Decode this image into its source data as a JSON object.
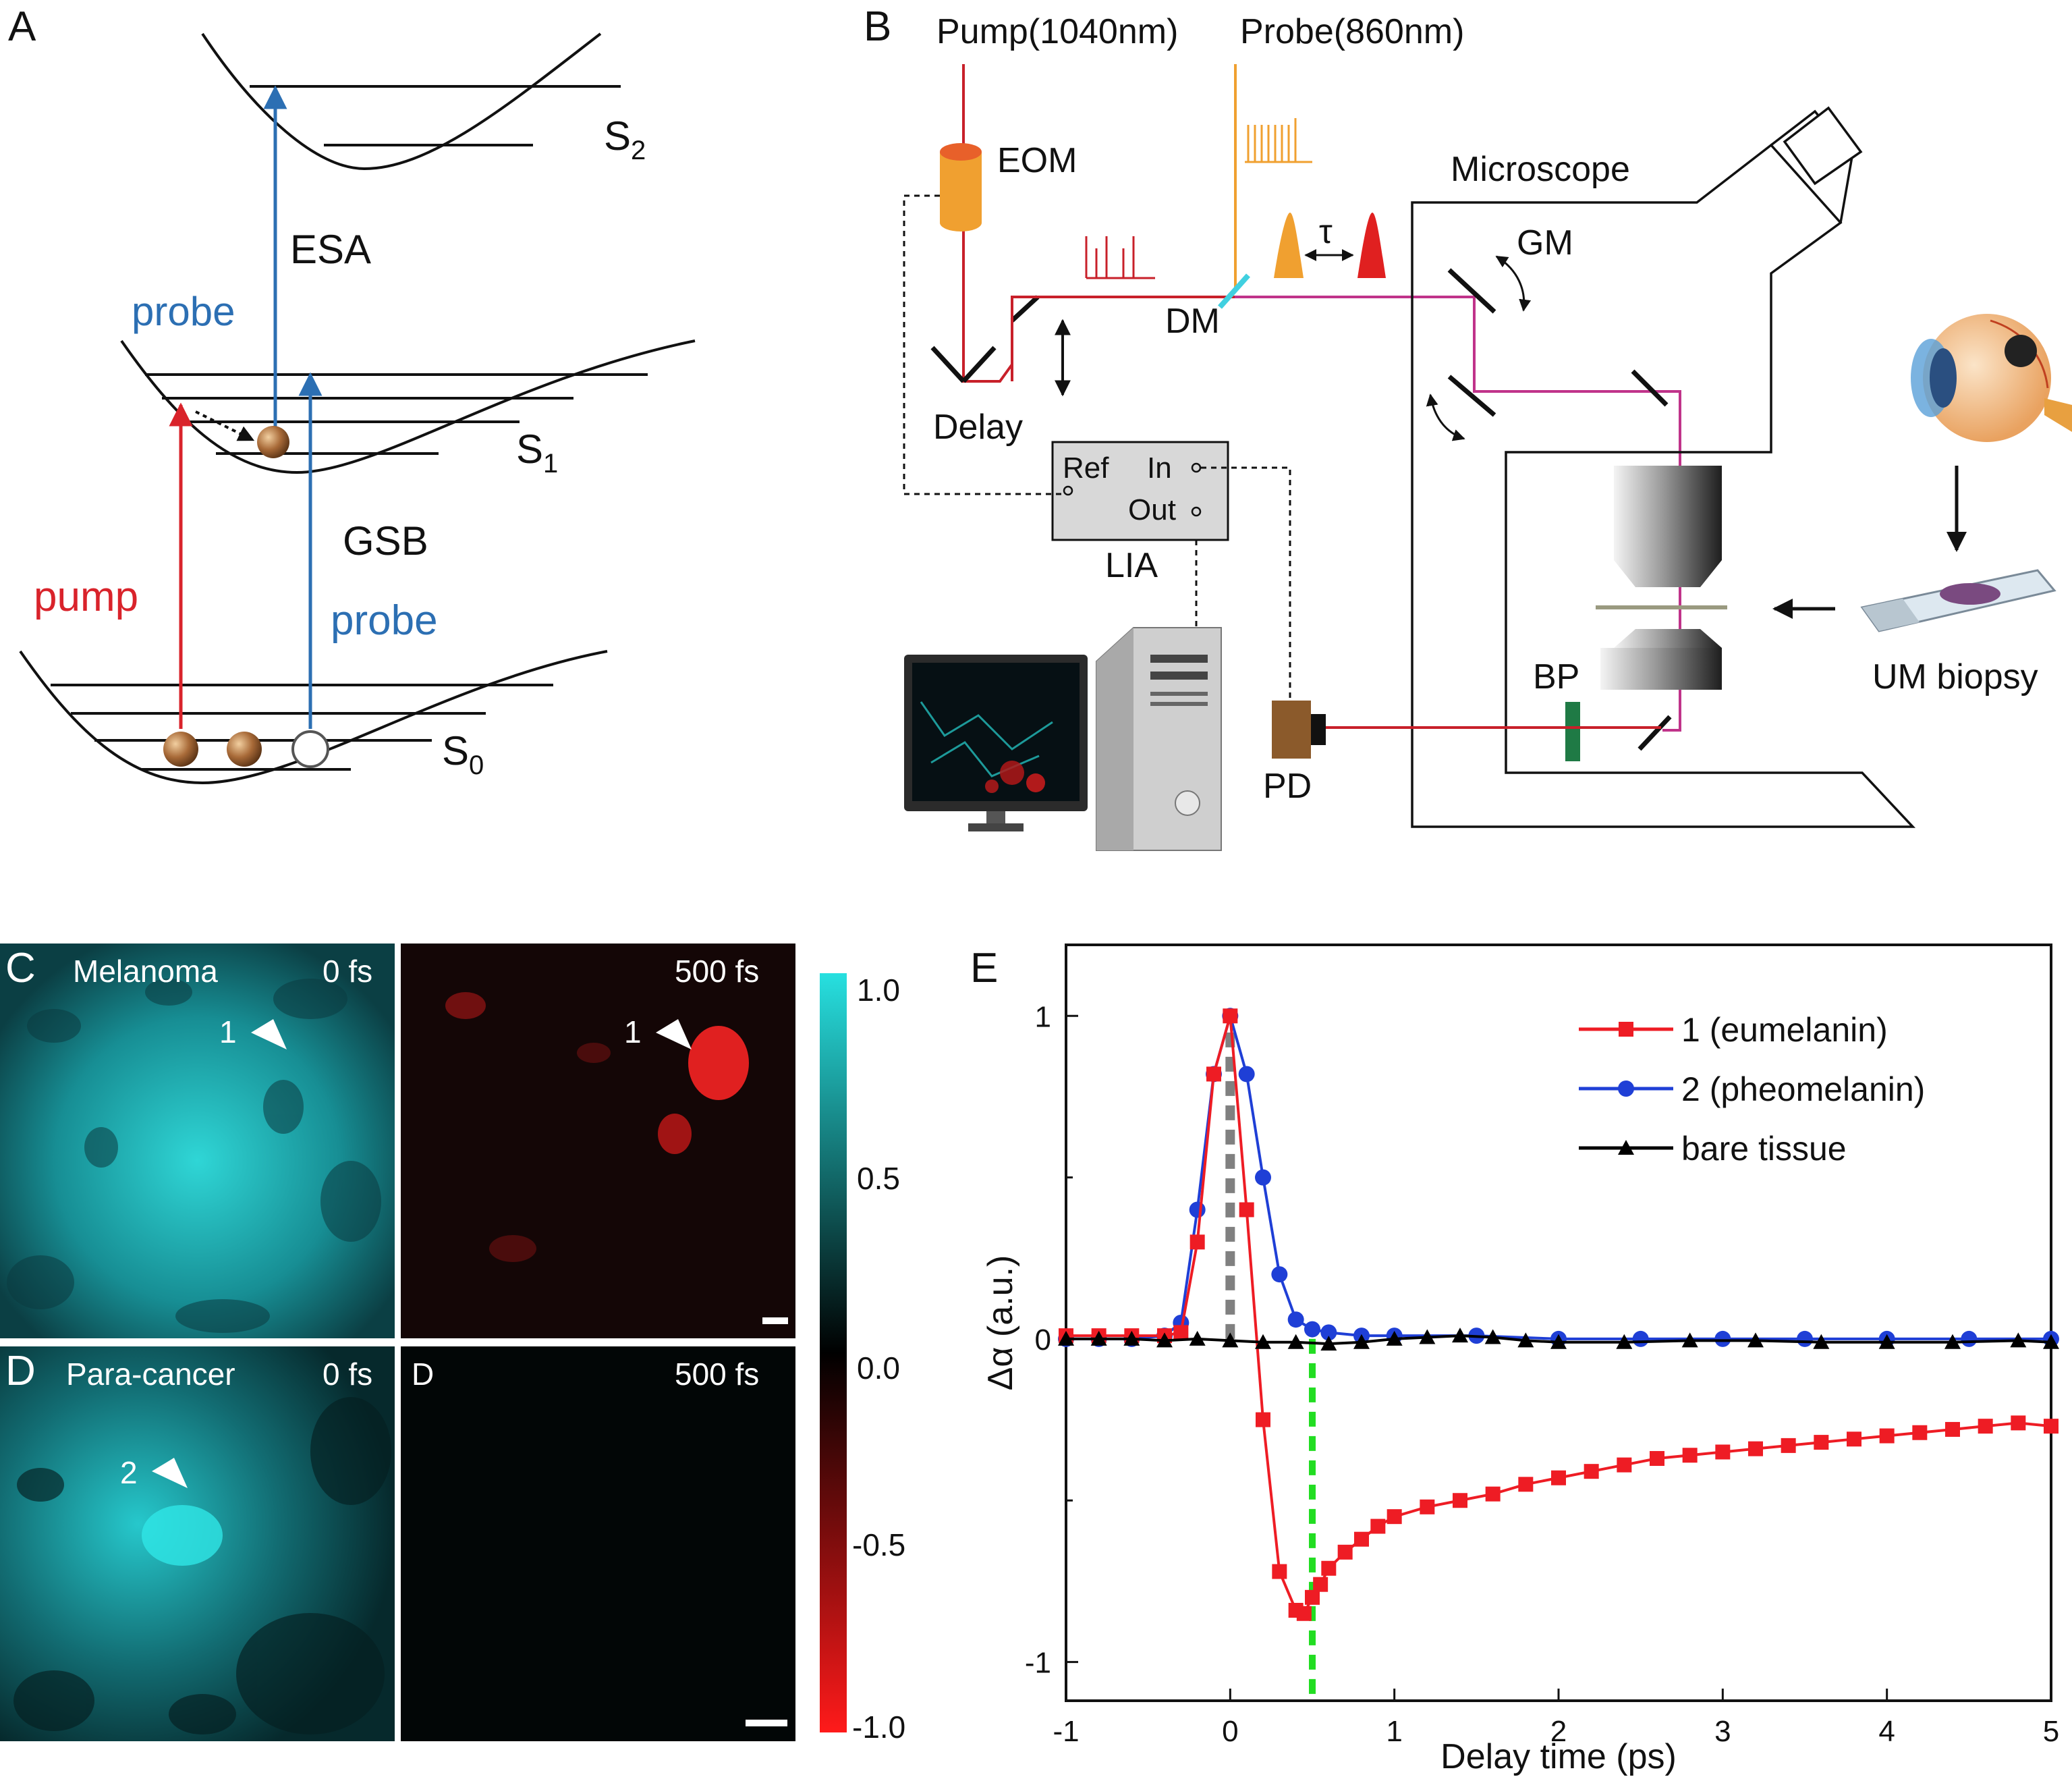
{
  "panels": {
    "a": "A",
    "b": "B",
    "c": "C",
    "d": "D",
    "e": "E"
  },
  "panel_a": {
    "s2": "S",
    "s2_sub": "2",
    "s1": "S",
    "s1_sub": "1",
    "s0": "S",
    "s0_sub": "0",
    "esa": "ESA",
    "gsb": "GSB",
    "probe_upper": "probe",
    "probe_lower": "probe",
    "pump": "pump",
    "colors": {
      "pump": "#d9232b",
      "probe": "#2c6fb3",
      "ball": "#9b6234"
    }
  },
  "panel_b": {
    "pump": "Pump(1040nm)",
    "probe": "Probe(860nm)",
    "eom": "EOM",
    "microscope": "Microscope",
    "tau": "τ",
    "gm": "GM",
    "dm": "DM",
    "delay": "Delay",
    "ref": "Ref",
    "in": "In",
    "out": "Out",
    "lia": "LIA",
    "bp": "BP",
    "pd": "PD",
    "um_biopsy": "UM biopsy",
    "colors": {
      "pump_beam": "#c8202a",
      "probe_beam": "#f0a030",
      "combined_beam": "#c0338a",
      "dm": "#40d0e0",
      "bp": "#1f7a45",
      "pd": "#8b5a2b"
    }
  },
  "panel_c": {
    "sample": "Melanoma",
    "time_left": "0 fs",
    "time_right": "500 fs",
    "marker_left": "1",
    "marker_right": "1"
  },
  "panel_d": {
    "sample": "Para-cancer",
    "time_left": "0 fs",
    "label_right": "D",
    "time_right": "500 fs",
    "marker_left": "2"
  },
  "colorbar": {
    "ticks": [
      "1.0",
      "0.5",
      "0.0",
      "-0.5",
      "-1.0"
    ],
    "colors": {
      "top": "#27e0e0",
      "middle": "#000000",
      "bottom": "#ff1a1a"
    }
  },
  "chart_data": {
    "type": "line",
    "xlabel": "Delay time (ps)",
    "ylabel": "Δα (a.u.)",
    "xlim": [
      -1,
      5
    ],
    "ylim": [
      -1.12,
      1.22
    ],
    "xticks": [
      -1,
      0,
      1,
      2,
      3,
      4,
      5
    ],
    "yticks": [
      -1,
      0,
      1
    ],
    "legend_position": "top-right",
    "series": [
      {
        "name": "1 (eumelanin)",
        "color": "#ee1c24",
        "marker": "square",
        "x": [
          -1.0,
          -0.8,
          -0.6,
          -0.4,
          -0.3,
          -0.2,
          -0.1,
          0.0,
          0.1,
          0.2,
          0.3,
          0.4,
          0.45,
          0.5,
          0.55,
          0.6,
          0.7,
          0.8,
          0.9,
          1.0,
          1.2,
          1.4,
          1.6,
          1.8,
          2.0,
          2.2,
          2.4,
          2.6,
          2.8,
          3.0,
          3.2,
          3.4,
          3.6,
          3.8,
          4.0,
          4.2,
          4.4,
          4.6,
          4.8,
          5.0
        ],
        "y": [
          0.01,
          0.01,
          0.01,
          0.01,
          0.02,
          0.3,
          0.82,
          1.0,
          0.4,
          -0.25,
          -0.72,
          -0.84,
          -0.85,
          -0.8,
          -0.76,
          -0.71,
          -0.66,
          -0.62,
          -0.58,
          -0.55,
          -0.52,
          -0.5,
          -0.48,
          -0.45,
          -0.43,
          -0.41,
          -0.39,
          -0.37,
          -0.36,
          -0.35,
          -0.34,
          -0.33,
          -0.32,
          -0.31,
          -0.3,
          -0.29,
          -0.28,
          -0.27,
          -0.26,
          -0.27
        ]
      },
      {
        "name": "2 (pheomelanin)",
        "color": "#1f3fd6",
        "marker": "circle",
        "x": [
          -1.0,
          -0.8,
          -0.6,
          -0.4,
          -0.3,
          -0.2,
          -0.1,
          0.0,
          0.1,
          0.2,
          0.3,
          0.4,
          0.5,
          0.6,
          0.8,
          1.0,
          1.5,
          2.0,
          2.5,
          3.0,
          3.5,
          4.0,
          4.5,
          5.0
        ],
        "y": [
          0.0,
          0.0,
          0.0,
          0.01,
          0.05,
          0.4,
          0.82,
          1.0,
          0.82,
          0.5,
          0.2,
          0.06,
          0.03,
          0.02,
          0.01,
          0.01,
          0.01,
          0.0,
          0.0,
          0.0,
          0.0,
          0.0,
          0.0,
          0.0
        ]
      },
      {
        "name": "bare tissue",
        "color": "#000000",
        "marker": "triangle",
        "x": [
          -1.0,
          -0.8,
          -0.6,
          -0.4,
          -0.2,
          0.0,
          0.2,
          0.4,
          0.6,
          0.8,
          1.0,
          1.2,
          1.4,
          1.6,
          1.8,
          2.0,
          2.4,
          2.8,
          3.2,
          3.6,
          4.0,
          4.4,
          4.8,
          5.0
        ],
        "y": [
          0.0,
          0.0,
          0.0,
          -0.005,
          0.0,
          -0.005,
          -0.01,
          -0.01,
          -0.015,
          -0.01,
          0.0,
          0.005,
          0.01,
          0.005,
          -0.005,
          -0.01,
          -0.01,
          -0.005,
          -0.005,
          -0.01,
          -0.01,
          -0.01,
          -0.005,
          -0.01
        ]
      }
    ],
    "guide_lines": [
      {
        "x": 0.0,
        "y_from": 0.0,
        "y_to": 1.0,
        "color": "#808080"
      },
      {
        "x": 0.5,
        "y_from": 0.0,
        "y_to": -1.1,
        "color": "#22dd22"
      }
    ]
  }
}
